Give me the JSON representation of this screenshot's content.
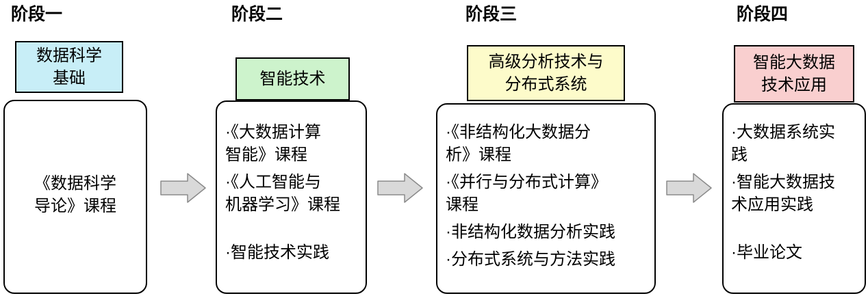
{
  "stages": [
    {
      "label": "阶段一",
      "header": "数据科学\n基础",
      "header_color": "#c8eef7",
      "items": [
        "《数据科学\n导论》课程"
      ]
    },
    {
      "label": "阶段二",
      "header": "智能技术",
      "header_color": "#cdf3cc",
      "items": [
        "·《大数据计算\n智能》课程",
        "·《人工智能与\n机器学习》课程",
        "",
        "·智能技术实践"
      ]
    },
    {
      "label": "阶段三",
      "header": "高级分析技术与\n分布式系统",
      "header_color": "#fdfbca",
      "items": [
        "·《非结构化大数据分\n析》课程",
        "·《并行与分布式计算》\n课程",
        "·非结构化数据分析实践",
        "·分布式系统与方法实践"
      ]
    },
    {
      "label": "阶段四",
      "header": "智能大数据\n技术应用",
      "header_color": "#f9cfcf",
      "items": [
        "·大数据系统实\n践",
        "·智能大数据技\n术应用实践",
        "",
        "·毕业论文"
      ]
    }
  ],
  "colors": {
    "arrow_fill": "#d9d9d9",
    "arrow_stroke": "#8a8a8a",
    "box_border": "#000000"
  }
}
